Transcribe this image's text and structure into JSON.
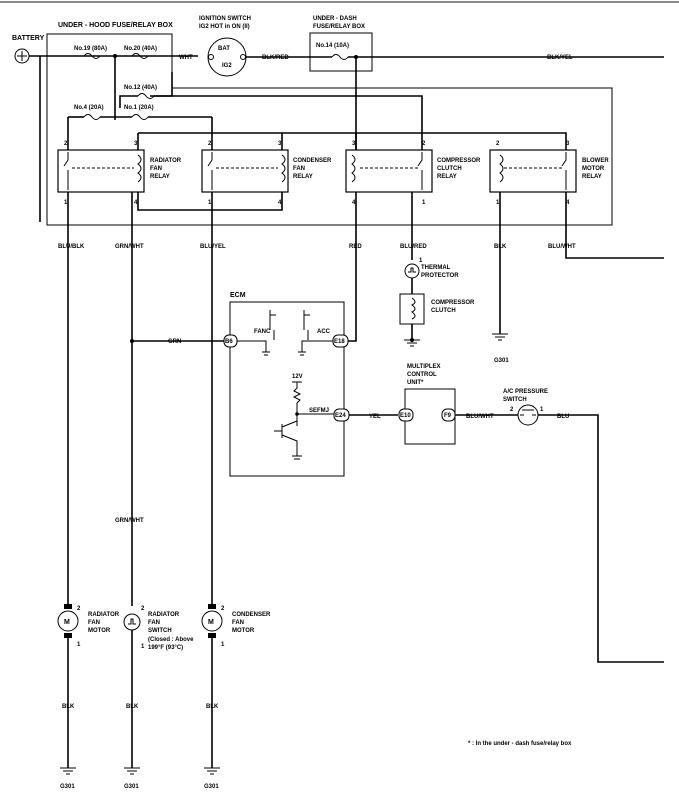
{
  "battery": {
    "label": "BATTERY"
  },
  "hood_box": {
    "label": "UNDER - HOOD FUSE/RELAY BOX"
  },
  "dash_box": {
    "label_1": "UNDER - DASH",
    "label_2": "FUSE/RELAY BOX"
  },
  "ignition": {
    "label_1": "IGNITION SWITCH",
    "label_2": "IG2 HOT in ON (II)",
    "pin_bat": "BAT",
    "pin_ig2": "IG2"
  },
  "fuses": {
    "f19": "No.19 (80A)",
    "f20": "No.20 (40A)",
    "f12": "No.12 (40A)",
    "f4": "No.4 (20A)",
    "f1": "No.1 (20A)",
    "f14": "No.14 (10A)"
  },
  "relays": {
    "radiator": {
      "l1": "RADIATOR",
      "l2": "FAN",
      "l3": "RELAY"
    },
    "condenser": {
      "l1": "CONDENSER",
      "l2": "FAN",
      "l3": "RELAY"
    },
    "compressor": {
      "l1": "COMPRESSOR",
      "l2": "CLUTCH",
      "l3": "RELAY"
    },
    "blower": {
      "l1": "BLOWER",
      "l2": "MOTOR",
      "l3": "RELAY"
    }
  },
  "pins": {
    "p1": "1",
    "p2": "2",
    "p3": "3",
    "p4": "4"
  },
  "wires": {
    "wht": "WHT",
    "blk_red": "BLK/RED",
    "blk_yel": "BLK/YEL",
    "blu_blk": "BLU/BLK",
    "grn_wht": "GRN/WHT",
    "blu_yel": "BLU/YEL",
    "red": "RED",
    "blu_red": "BLU/RED",
    "blk": "BLK",
    "blu_wht": "BLU/WHT",
    "grn": "GRN",
    "yel": "YEL",
    "blu": "BLU"
  },
  "components": {
    "thermal_1": "THERMAL",
    "thermal_2": "PROTECTOR",
    "clutch_1": "COMPRESSOR",
    "clutch_2": "CLUTCH",
    "rad_motor_1": "RADIATOR",
    "rad_motor_2": "FAN",
    "rad_motor_3": "MOTOR",
    "rad_switch_1": "RADIATOR",
    "rad_switch_2": "FAN",
    "rad_switch_3": "SWITCH",
    "rad_switch_4": "(Closed : Above",
    "rad_switch_5": "199°F (93°C)",
    "cond_motor_1": "CONDENSER",
    "cond_motor_2": "FAN",
    "cond_motor_3": "MOTOR",
    "motor_symbol": "M"
  },
  "ecm": {
    "label": "ECM",
    "fanc": "FANC",
    "acc": "ACC",
    "b6": "B6",
    "e18": "E18",
    "e24": "E24",
    "v12": "12V",
    "sefmj": "SEFMJ"
  },
  "mcu": {
    "l1": "MULTIPLEX",
    "l2": "CONTROL",
    "l3": "UNIT*",
    "e10": "E10",
    "f9": "F9"
  },
  "pressure": {
    "l1": "A/C PRESSURE",
    "l2": "SWITCH"
  },
  "grounds": {
    "g301": "G301"
  },
  "footnote": "* : In the under - dash fuse/relay box"
}
